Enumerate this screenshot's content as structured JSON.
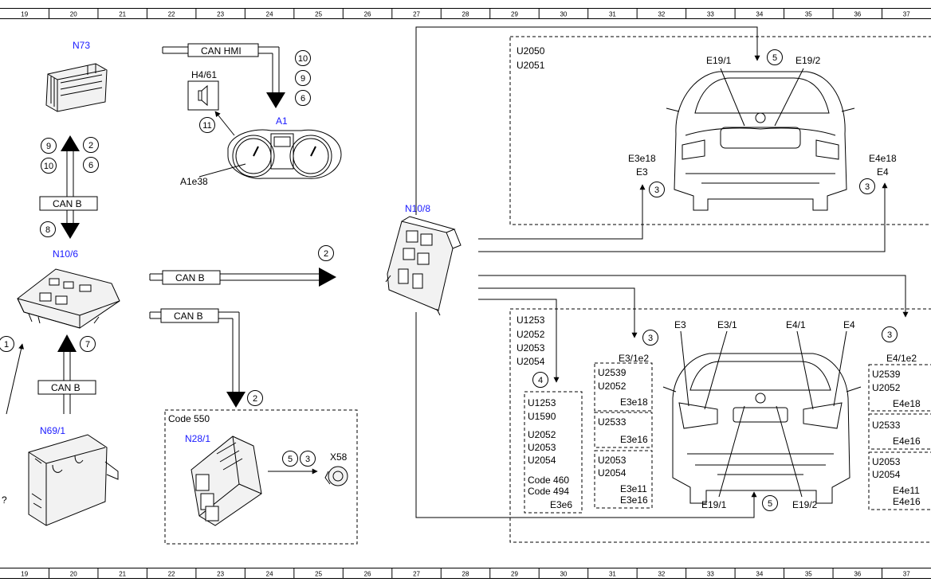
{
  "ruler": {
    "top": [
      "19",
      "20",
      "21",
      "22",
      "23",
      "24",
      "25",
      "26",
      "27",
      "28",
      "29",
      "30",
      "31",
      "32",
      "33",
      "34",
      "35",
      "36",
      "37"
    ],
    "bottom": [
      "19",
      "20",
      "21",
      "22",
      "23",
      "24",
      "25",
      "26",
      "27",
      "28",
      "29",
      "30",
      "31",
      "32",
      "33",
      "34",
      "35",
      "36",
      "37"
    ]
  },
  "components": {
    "n73": "N73",
    "n10_6": "N10/6",
    "n69_1": "N69/1",
    "h4_61": "H4/61",
    "a1": "A1",
    "a1e38": "A1e38",
    "n10_8": "N10/8",
    "n28_1": "N28/1",
    "x58": "X58"
  },
  "buses": {
    "can_hmi": "CAN HMI",
    "can_b1": "CAN B",
    "can_b2": "CAN B",
    "can_b3": "CAN B",
    "can_b4": "CAN B"
  },
  "codes": {
    "code550": "Code 550"
  },
  "circles": {
    "c10_top": "10",
    "c9_top": "9",
    "c6_top": "6",
    "c11": "11",
    "c9_left": "9",
    "c10_left": "10",
    "c2_left": "2",
    "c6_left": "6",
    "c8": "8",
    "c7": "7",
    "c1_partial": "1",
    "c2_can": "2",
    "c2_n28": "2",
    "c5_x58": "5",
    "c3_x58": "3",
    "c5_top": "5",
    "c3_e3": "3",
    "c3_e4": "3",
    "c3_e3_1e2": "3",
    "c3_e4_1e2": "3",
    "c4": "4",
    "c5_bot": "5"
  },
  "rear_top": {
    "u_list": [
      "U2050",
      "U2051"
    ],
    "e19_1": "E19/1",
    "e19_2": "E19/2",
    "e3e18": "E3e18",
    "e3": "E3",
    "e4e18": "E4e18",
    "e4": "E4"
  },
  "rear_bottom": {
    "u_list": [
      "U1253",
      "U2052",
      "U2053",
      "U2054"
    ],
    "e3": "E3",
    "e3_1": "E3/1",
    "e4_1": "E4/1",
    "e4": "E4",
    "e19_1": "E19/1",
    "e19_2": "E19/2",
    "e3_1e2": "E3/1e2",
    "e4_1e2": "E4/1e2"
  },
  "box_u1253": {
    "lines1": [
      "U1253",
      "U1590"
    ],
    "lines2": [
      "U2052",
      "U2053",
      "U2054"
    ],
    "codes": [
      "Code 460",
      "Code 494"
    ],
    "lamp": "E3e6"
  },
  "box_e3_1e2": {
    "g1": [
      "U2539",
      "U2052"
    ],
    "g1_lamp": "E3e18",
    "g2": [
      "U2533"
    ],
    "g2_lamp": "E3e16",
    "g3": [
      "U2053",
      "U2054"
    ],
    "g3_lamps": [
      "E3e11",
      "E3e16"
    ]
  },
  "box_e4_1e2": {
    "g1": [
      "U2539",
      "U2052"
    ],
    "g1_lamp": "E4e18",
    "g2": [
      "U2533"
    ],
    "g2_lamp": "E4e16",
    "g3": [
      "U2053",
      "U2054"
    ],
    "g3_lamps": [
      "E4e11",
      "E4e16"
    ]
  },
  "misc": {
    "partial_left": "?"
  }
}
